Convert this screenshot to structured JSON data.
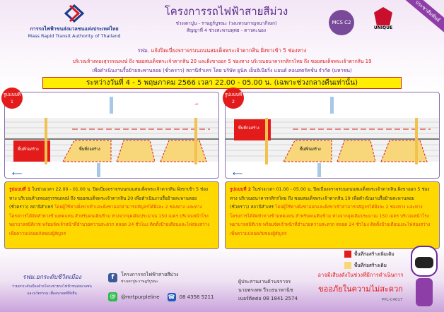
{
  "header": {
    "mrta_th": "การรถไฟฟ้าขนส่งมวลชนแห่งประเทศไทย",
    "mrta_en": "Mass Rapid Transit Authority of Thailand",
    "project_title": "โครงการรถไฟฟ้าสายสีม่วง",
    "project_sub1": "ช่วงเตาปูน - ราษฎร์บูรณะ (วงแหวนกาญจนาภิเษก)",
    "project_sub2": "สัญญาที่ 4 ช่วงสะพานพุทธ - ดาวคะนอง",
    "partner1": "MCS C2",
    "partner2": "UNIQUE",
    "ribbon": "ประชาสัมพันธ์"
  },
  "announcement": {
    "line1_prefix": "รฟม.",
    "line1": "แจ้งปิดเบี่ยงจราจรบนถนนสมเด็จพระเจ้าตากสิน ฝั่งขาเข้า 5 ช่องทาง",
    "line2": "บริเวณห้างทองสุวรรณหงษ์ ถึง ซอยสมเด็จพระเจ้าตากสิน 20 และฝั่งขาออก 5 ช่องทาง บริเวณธนาคารกสิกรไทย ถึง ซอยสมเด็จพระเจ้าตากสิน 19",
    "line3": "เพื่อดำเนินงานรื้อย้ายสะพานลอย (ชั่วคราว) สถานีสำเหร่ โดย บริษัท ยูนิค เอ็นจิเนียริ่ง แอนด์ คอนสตรัคชั่น จำกัด (มหาชน)",
    "banner": "ระหว่างวันที่ 4 - 5 พฤษภาคม 2566 เวลา 22.00 - 05.00 น. (เฉพาะช่วงกลางคืนเท่านั้น)"
  },
  "diagrams": [
    {
      "badge": "รูปแบบที่ 1",
      "closed_label": "พื้นที่ก่อสร้าง",
      "work_label": "พื้นที่ก่อสร้าง"
    },
    {
      "badge": "รูปแบบที่ 2",
      "closed_label": "พื้นที่ก่อสร้าง",
      "work_label": "พื้นที่ก่อสร้าง"
    }
  ],
  "panels": [
    {
      "head": "รูปแบบที่ 1",
      "body1": "ในช่วงเวลา 22.00 - 01.00 น. ปิดเบี่ยงจราจรบนถนนสมเด็จพระเจ้าตากสิน ฝั่งขาเข้า 5 ช่องทาง บริเวณห้างทองสุวรรณหงษ์ ถึง ซอยสมเด็จพระเจ้าตากสิน 20 เพื่อดำเนินงานรื้อย้ายสะพานลอย (ชั่วคราว) สถานีสำเหร่",
      "body2": "โดยผู้ใช้ทางฝั่งขาเข้าและฝั่งขาออกสามารถสัญจรได้ฝั่งละ 2 ช่องทาง และทางโครงการได้จัดทำทางข้ามทดแทน สำหรับคนเดินข้าม ห่างจากจุดเดิมประมาณ 150 เมตร บริเวณหน้าโรงพยาบาลสมิติเวช พร้อมจัดเจ้าหน้าที่อำนวยความสะดวก ตลอด 24 ชั่วโมง ติดตั้งป้ายเตือนและไฟส่องสว่าง เพื่อความปลอดภัยของผู้สัญจร"
    },
    {
      "head": "รูปแบบที่ 2",
      "body1": "ในช่วงเวลา 01.00 - 05.00 น. ปิดเบี่ยงจราจรบนถนนสมเด็จพระเจ้าตากสิน ฝั่งขาออก 5 ช่องทาง บริเวณธนาคารกสิกรไทย ถึง ซอยสมเด็จพระเจ้าตากสิน 19 เพื่อดำเนินงานรื้อย้ายสะพานลอย (ชั่วคราว) สถานีสำเหร่",
      "body2": "โดยผู้ใช้ทางฝั่งขาออกและฝั่งขาเข้าสามารถสัญจรได้ฝั่งละ 2 ช่องทาง และทางโครงการได้จัดทำทางข้ามทดแทน สำหรับคนเดินข้าม ห่างจากจุดเดิมประมาณ 150 เมตร บริเวณหน้าโรงพยาบาลสมิติเวช พร้อมจัดเจ้าหน้าที่อำนวยความสะดวก ตลอด 24 ชั่วโมง ติดตั้งป้ายเตือนและไฟส่องสว่าง เพื่อความปลอดภัยของผู้สัญจร"
    }
  ],
  "legend": {
    "new_area": "พื้นที่ก่อสร้างเพิ่มเติม",
    "existing_area": "พื้นที่ก่อสร้างเดิม"
  },
  "colors": {
    "new_area": "#e31b1b",
    "existing_area": "#f7d77a",
    "banner": "#ffee00",
    "panel": "#ffd800",
    "purple": "#6a2a9a"
  },
  "footer": {
    "slogan": "รฟม.ยกระดับชีวิตเมือง",
    "slogan_sub1": "ร่วมยกระดับเมืองด้วยโครงข่ายรถไฟฟ้าขนส่งมวลชน",
    "slogan_sub2": "และนวัตกรรม เพื่ออนาคตที่ยั่งยืน",
    "facebook": "โครงการรถไฟฟ้าสายสีม่วง",
    "facebook_sub": "ช่วงเตาปูน-ราษฎร์บูรณะ",
    "line_id": "@mrtpurpleline",
    "phone": "08 4356 5211",
    "coord_title": "ผู้ประสานงานด้านจราจร",
    "coord_name": "นายพรเทพ วีระธนาพานิช",
    "coord_phone": "เบอร์ติดต่อ 08 1841 2574",
    "apology1": "อาจมีเสียงดังในช่วงที่มีการดำเนินการ",
    "apology2": "ขออภัยในความไม่สะดวก",
    "code": "PPL-C4017"
  }
}
